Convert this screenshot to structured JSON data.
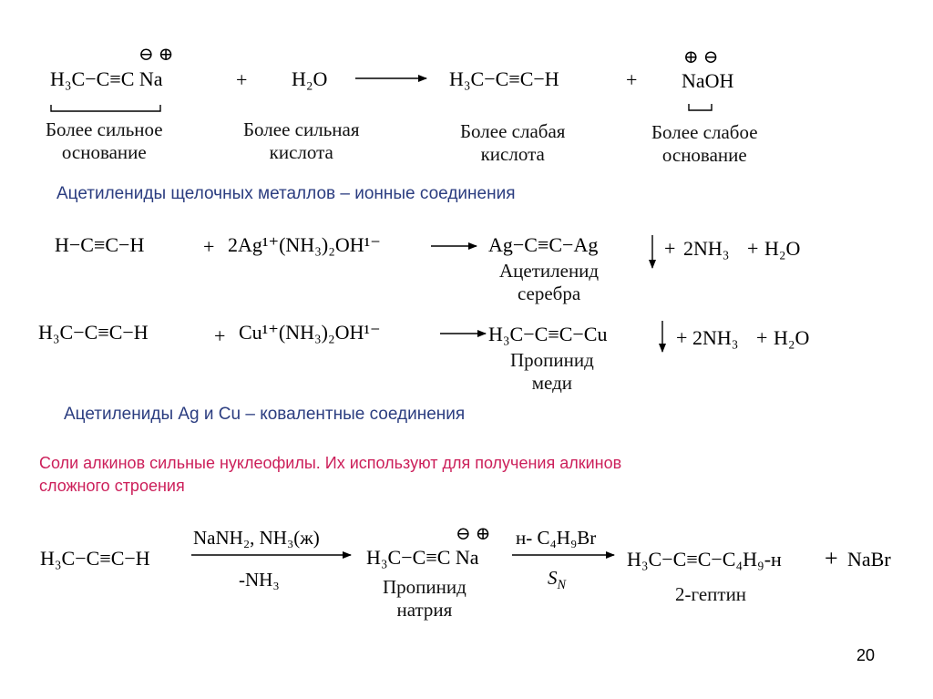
{
  "reaction1": {
    "reactant_a": "H₃C−C≡C Na",
    "charges_a": "⊖ ⊕",
    "plus_1": "+",
    "reactant_b": "H₂O",
    "product_a": "H₃C−C≡C−H",
    "plus_2": "+",
    "product_b": "NaOH",
    "charges_b": "⊕ ⊖",
    "label_a": [
      "Более сильное",
      "основание"
    ],
    "label_b": [
      "Более сильная",
      "кислота"
    ],
    "label_c": [
      "Более слабая",
      "кислота"
    ],
    "label_d": [
      "Более слабое",
      "основание"
    ]
  },
  "note_1": "Ацетилениды щелочных металлов – ионные соединения",
  "reaction2": {
    "reactant_a": "H−C≡C−H",
    "plus_1": "+",
    "reactant_b": "2Ag¹⁺(NH₃)₂OH¹⁻",
    "product_a": "Ag−C≡C−Ag",
    "plus_2": "+",
    "product_b": "2NH₃",
    "plus_3": "+",
    "product_c": "H₂O",
    "label": [
      "Ацетиленид",
      "серебра"
    ]
  },
  "reaction3": {
    "reactant_a": "H₃C−C≡C−H",
    "plus_1": "+",
    "reactant_b": "Cu¹⁺(NH₃)₂OH¹⁻",
    "product_a": "H₃C−C≡C−Cu",
    "plus_2": "+",
    "product_b": "2NH₃",
    "plus_3": "+",
    "product_c": "H₂O",
    "label": [
      "Пропинид",
      "меди"
    ]
  },
  "note_2": "Ацетилениды Ag и Cu – ковалентные соединения",
  "note_3": [
    "Соли алкинов сильные нуклеофилы. Их используют для получения алкинов",
    "сложного строения"
  ],
  "reaction4": {
    "reactant": "H₃C−C≡C−H",
    "cond_1_top": "NaNH₂, NH₃(ж)",
    "cond_1_bottom": "-NH₃",
    "intermediate": "H₃C−C≡C Na",
    "charges": "⊖ ⊕",
    "intermediate_label": [
      "Пропинид",
      "натрия"
    ],
    "cond_2_top": "н- C₄H₉Br",
    "cond_2_bottom": "SN",
    "product": "H₃C−C≡C−C₄H₉-н",
    "plus": "+",
    "byproduct": "NaBr",
    "product_label": "2-гептин"
  },
  "page_number": "20"
}
